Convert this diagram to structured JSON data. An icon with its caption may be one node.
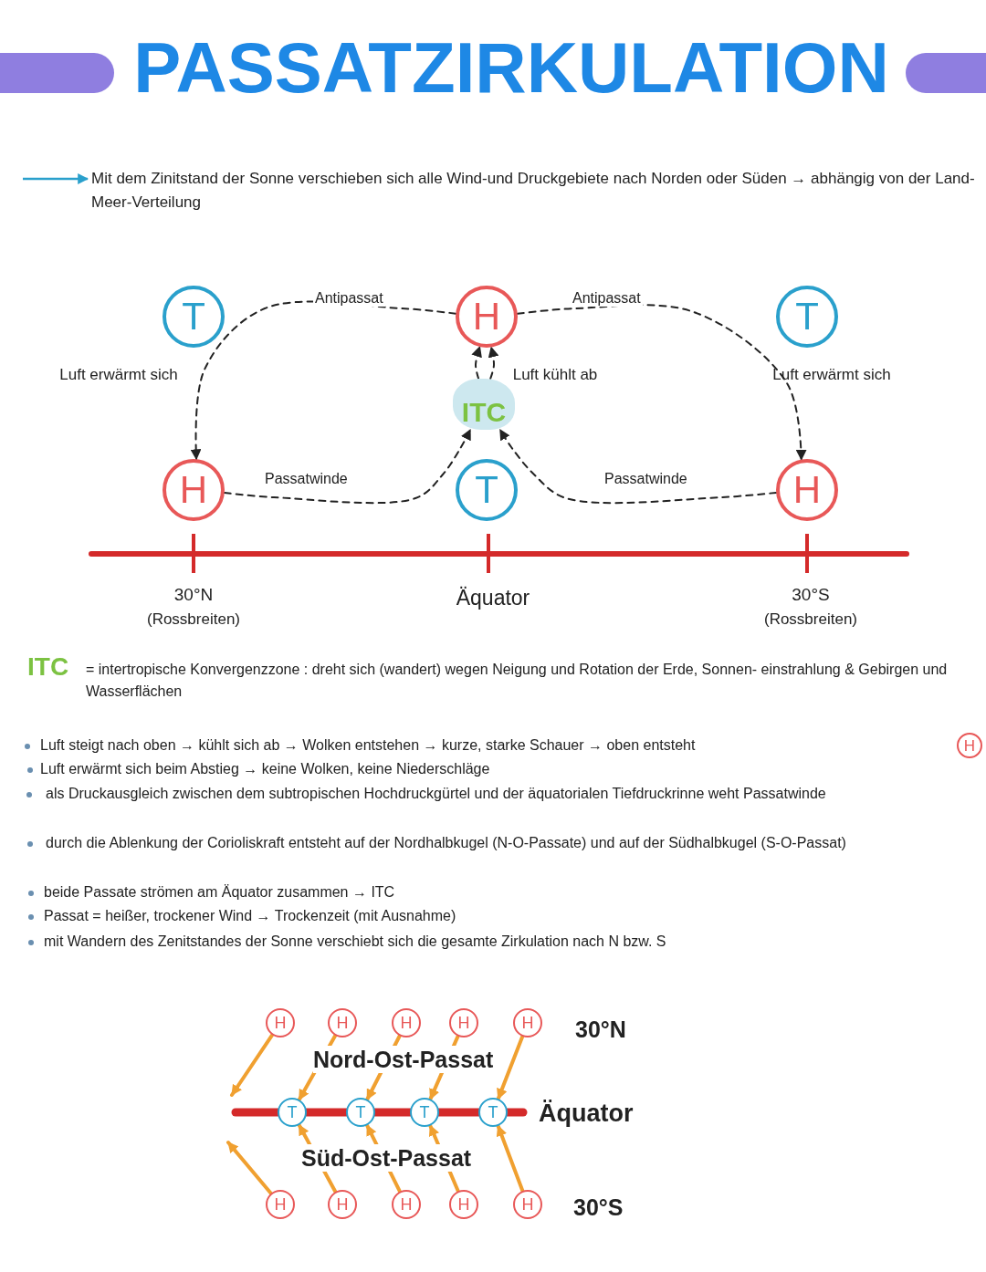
{
  "diagram": {
    "title": "PASSATZIRKULATION",
    "nodes": [
      {
        "text": [
          "T"
        ]
      },
      {
        "text": [
          "H"
        ]
      },
      {
        "text": [
          "T"
        ]
      },
      {
        "text": [
          "ITC"
        ]
      },
      {
        "text": [
          "H"
        ]
      },
      {
        "text": [
          "T"
        ]
      },
      {
        "text": [
          "H"
        ]
      },
      {
        "text": [
          "H"
        ]
      },
      {
        "text": [
          "H"
        ]
      },
      {
        "text": [
          "H"
        ]
      },
      {
        "text": [
          "H"
        ]
      },
      {
        "text": [
          "H"
        ]
      },
      {
        "text": [
          "H"
        ]
      },
      {
        "text": [
          "T"
        ]
      },
      {
        "text": [
          "T"
        ]
      },
      {
        "text": [
          "T"
        ]
      },
      {
        "text": [
          "T"
        ]
      },
      {
        "text": [
          "H"
        ]
      },
      {
        "text": [
          "H"
        ]
      },
      {
        "text": [
          "H"
        ]
      },
      {
        "text": [
          "H"
        ]
      },
      {
        "text": [
          "H"
        ]
      }
    ],
    "edges": [
      {
        "from": 1,
        "to": 4,
        "arrow": "to",
        "label": "Antipassat",
        "style": "dashed",
        "color": "#222222"
      },
      {
        "from": 1,
        "to": 6,
        "arrow": "to",
        "label": "Antipassat",
        "style": "dashed",
        "color": "#222222"
      },
      {
        "from": 4,
        "to": 3,
        "arrow": "to",
        "label": "Passatwinde",
        "style": "dashed",
        "color": "#222222"
      },
      {
        "from": 6,
        "to": 3,
        "arrow": "to",
        "label": "Passatwinde",
        "style": "dashed",
        "color": "#222222"
      },
      {
        "from": 3,
        "to": 1,
        "arrow": "to",
        "style": "dashed",
        "color": "#222222"
      },
      {
        "from": 3,
        "to": 1,
        "arrow": "to",
        "style": "dashed",
        "color": "#222222"
      },
      {
        "from": 8,
        "to": null,
        "arrow": "to"
      },
      {
        "from": 9,
        "to": 13,
        "arrow": "to"
      },
      {
        "from": 10,
        "to": 14,
        "arrow": "to"
      },
      {
        "from": 11,
        "to": 15,
        "arrow": "to"
      },
      {
        "from": 12,
        "to": 16,
        "arrow": "to"
      },
      {
        "from": 17,
        "to": null,
        "arrow": "to"
      },
      {
        "from": 18,
        "to": 13,
        "arrow": "to"
      },
      {
        "from": 19,
        "to": 14,
        "arrow": "to"
      },
      {
        "from": 20,
        "to": 15,
        "arrow": "to"
      },
      {
        "from": 21,
        "to": 16,
        "arrow": "to"
      }
    ],
    "labels": [
      "Mit dem Zinitstand der Sonne verschieben sich alle Wind-und Druckgebiete nach Norden oder Süden → abhängig von der Land-Meer-Verteilung",
      "Luft erwärmt sich",
      "Luft kühlt ab",
      "Luft erwärmt sich",
      "30°N",
      "(Rossbreiten)",
      "Äquator",
      "30°S",
      "(Rossbreiten)",
      "ITC",
      "= intertropische Konvergenzzone : dreht sich (wandert) wegen Neigung und Rotation der Erde, Sonnen- einstrahlung & Gebirgen und Wasserflächen",
      "Luft steigt nach oben → kühlt sich ab → Wolken entstehen → kurze, starke Schauer → oben entsteht",
      "Luft erwärmt sich beim Abstieg → keine Wolken, keine Niederschläge",
      "als Druckausgleich zwischen dem subtropischen Hochdruckgürtel und der äquatorialen Tiefdruckrinne weht Passatwinde",
      "durch die Ablenkung der Corioliskraft entsteht auf der Nordhalbkugel (N-O-Passate) und auf der Südhalbkugel (S-O-Passat)",
      "beide Passate strömen am Äquator zusammen → ITC",
      "Passat = heißer, trockener Wind → Trockenzeit (mit Ausnahme)",
      "mit Wandern des Zenitstandes der Sonne verschiebt sich die gesamte Zirkulation nach N bzw. S",
      "30°N",
      "Nord-Ost-Passat",
      "Äquator",
      "Süd-Ost-Passat",
      "30°S"
    ]
  }
}
